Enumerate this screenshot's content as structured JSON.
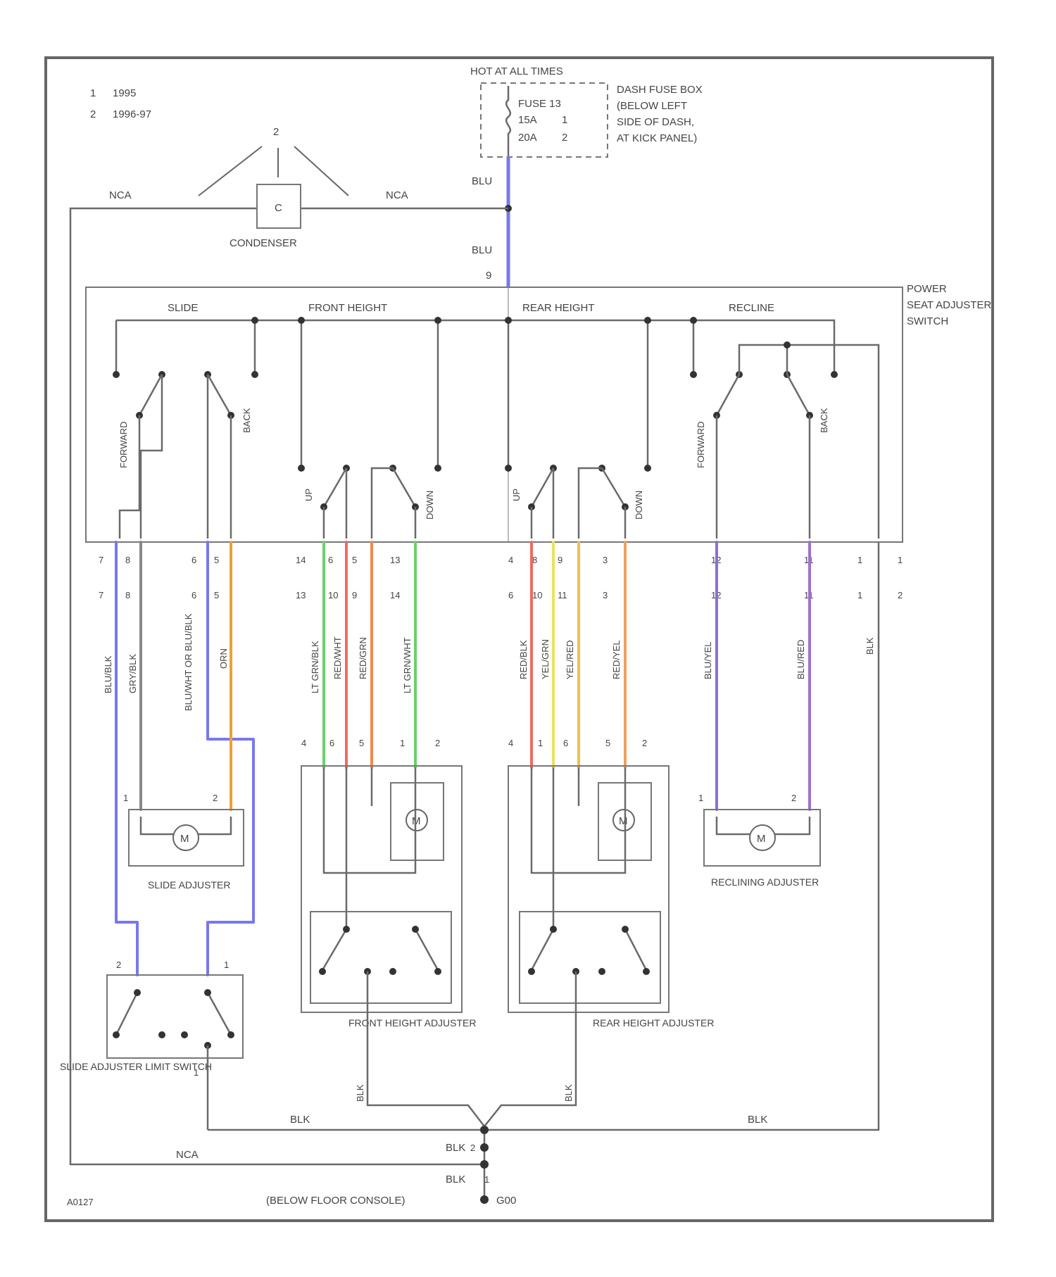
{
  "legend": [
    {
      "code": "1",
      "text": "1995"
    },
    {
      "code": "2",
      "text": "1996-97"
    }
  ],
  "fuse": {
    "hot_label": "HOT AT ALL TIMES",
    "name": "FUSE 13",
    "rating1": "15A",
    "rating1_code": "1",
    "rating2": "20A",
    "rating2_code": "2",
    "box_lines": [
      "DASH FUSE BOX",
      "(BELOW LEFT",
      "SIDE OF DASH,",
      "AT KICK PANEL)"
    ]
  },
  "condenser": {
    "label": "CONDENSER",
    "symbol": "C",
    "version_code": "2"
  },
  "switch": {
    "title_lines": [
      "POWER",
      "SEAT ADJUSTER",
      "SWITCH"
    ],
    "input_pin": "9",
    "sections": [
      "SLIDE",
      "FRONT HEIGHT",
      "REAR HEIGHT",
      "RECLINE"
    ],
    "positions": {
      "forward": "FORWARD",
      "back": "BACK",
      "up": "UP",
      "down": "DOWN"
    }
  },
  "wires": {
    "blu": "BLU",
    "nca": "NCA",
    "blk": "BLK",
    "colors": {
      "blue": "#7878ee",
      "orange": "#f0a030",
      "green": "#6cd06c",
      "red": "#ee6a60",
      "yellow": "#eee060",
      "lt_orange": "#f0b060",
      "purple": "#8a70d8",
      "violet": "#a070d0",
      "gray": "#888888"
    },
    "labels": [
      "BLU/BLK",
      "GRY/BLK",
      "BLU/WHT OR BLU/BLK",
      "ORN",
      "LT GRN/BLK",
      "RED/WHT",
      "RED/GRN",
      "LT GRN/WHT",
      "RED/BLK",
      "YEL/GRN",
      "YEL/RED",
      "RED/YEL",
      "BLU/YEL",
      "BLU/RED",
      "BLK"
    ]
  },
  "components": {
    "slide_adjuster": "SLIDE ADJUSTER",
    "recline_adjuster": "RECLINING ADJUSTER",
    "front_height_adjuster": "FRONT HEIGHT ADJUSTER",
    "rear_height_adjuster": "REAR HEIGHT ADJUSTER",
    "slide_limit_switch": "SLIDE ADJUSTER LIMIT SWITCH",
    "motor_symbol": "M"
  },
  "ground": {
    "location": "(BELOW FLOOR CONSOLE)",
    "id": "G00",
    "splice_codes": [
      "2",
      "1"
    ]
  },
  "footer_code": "A0127"
}
